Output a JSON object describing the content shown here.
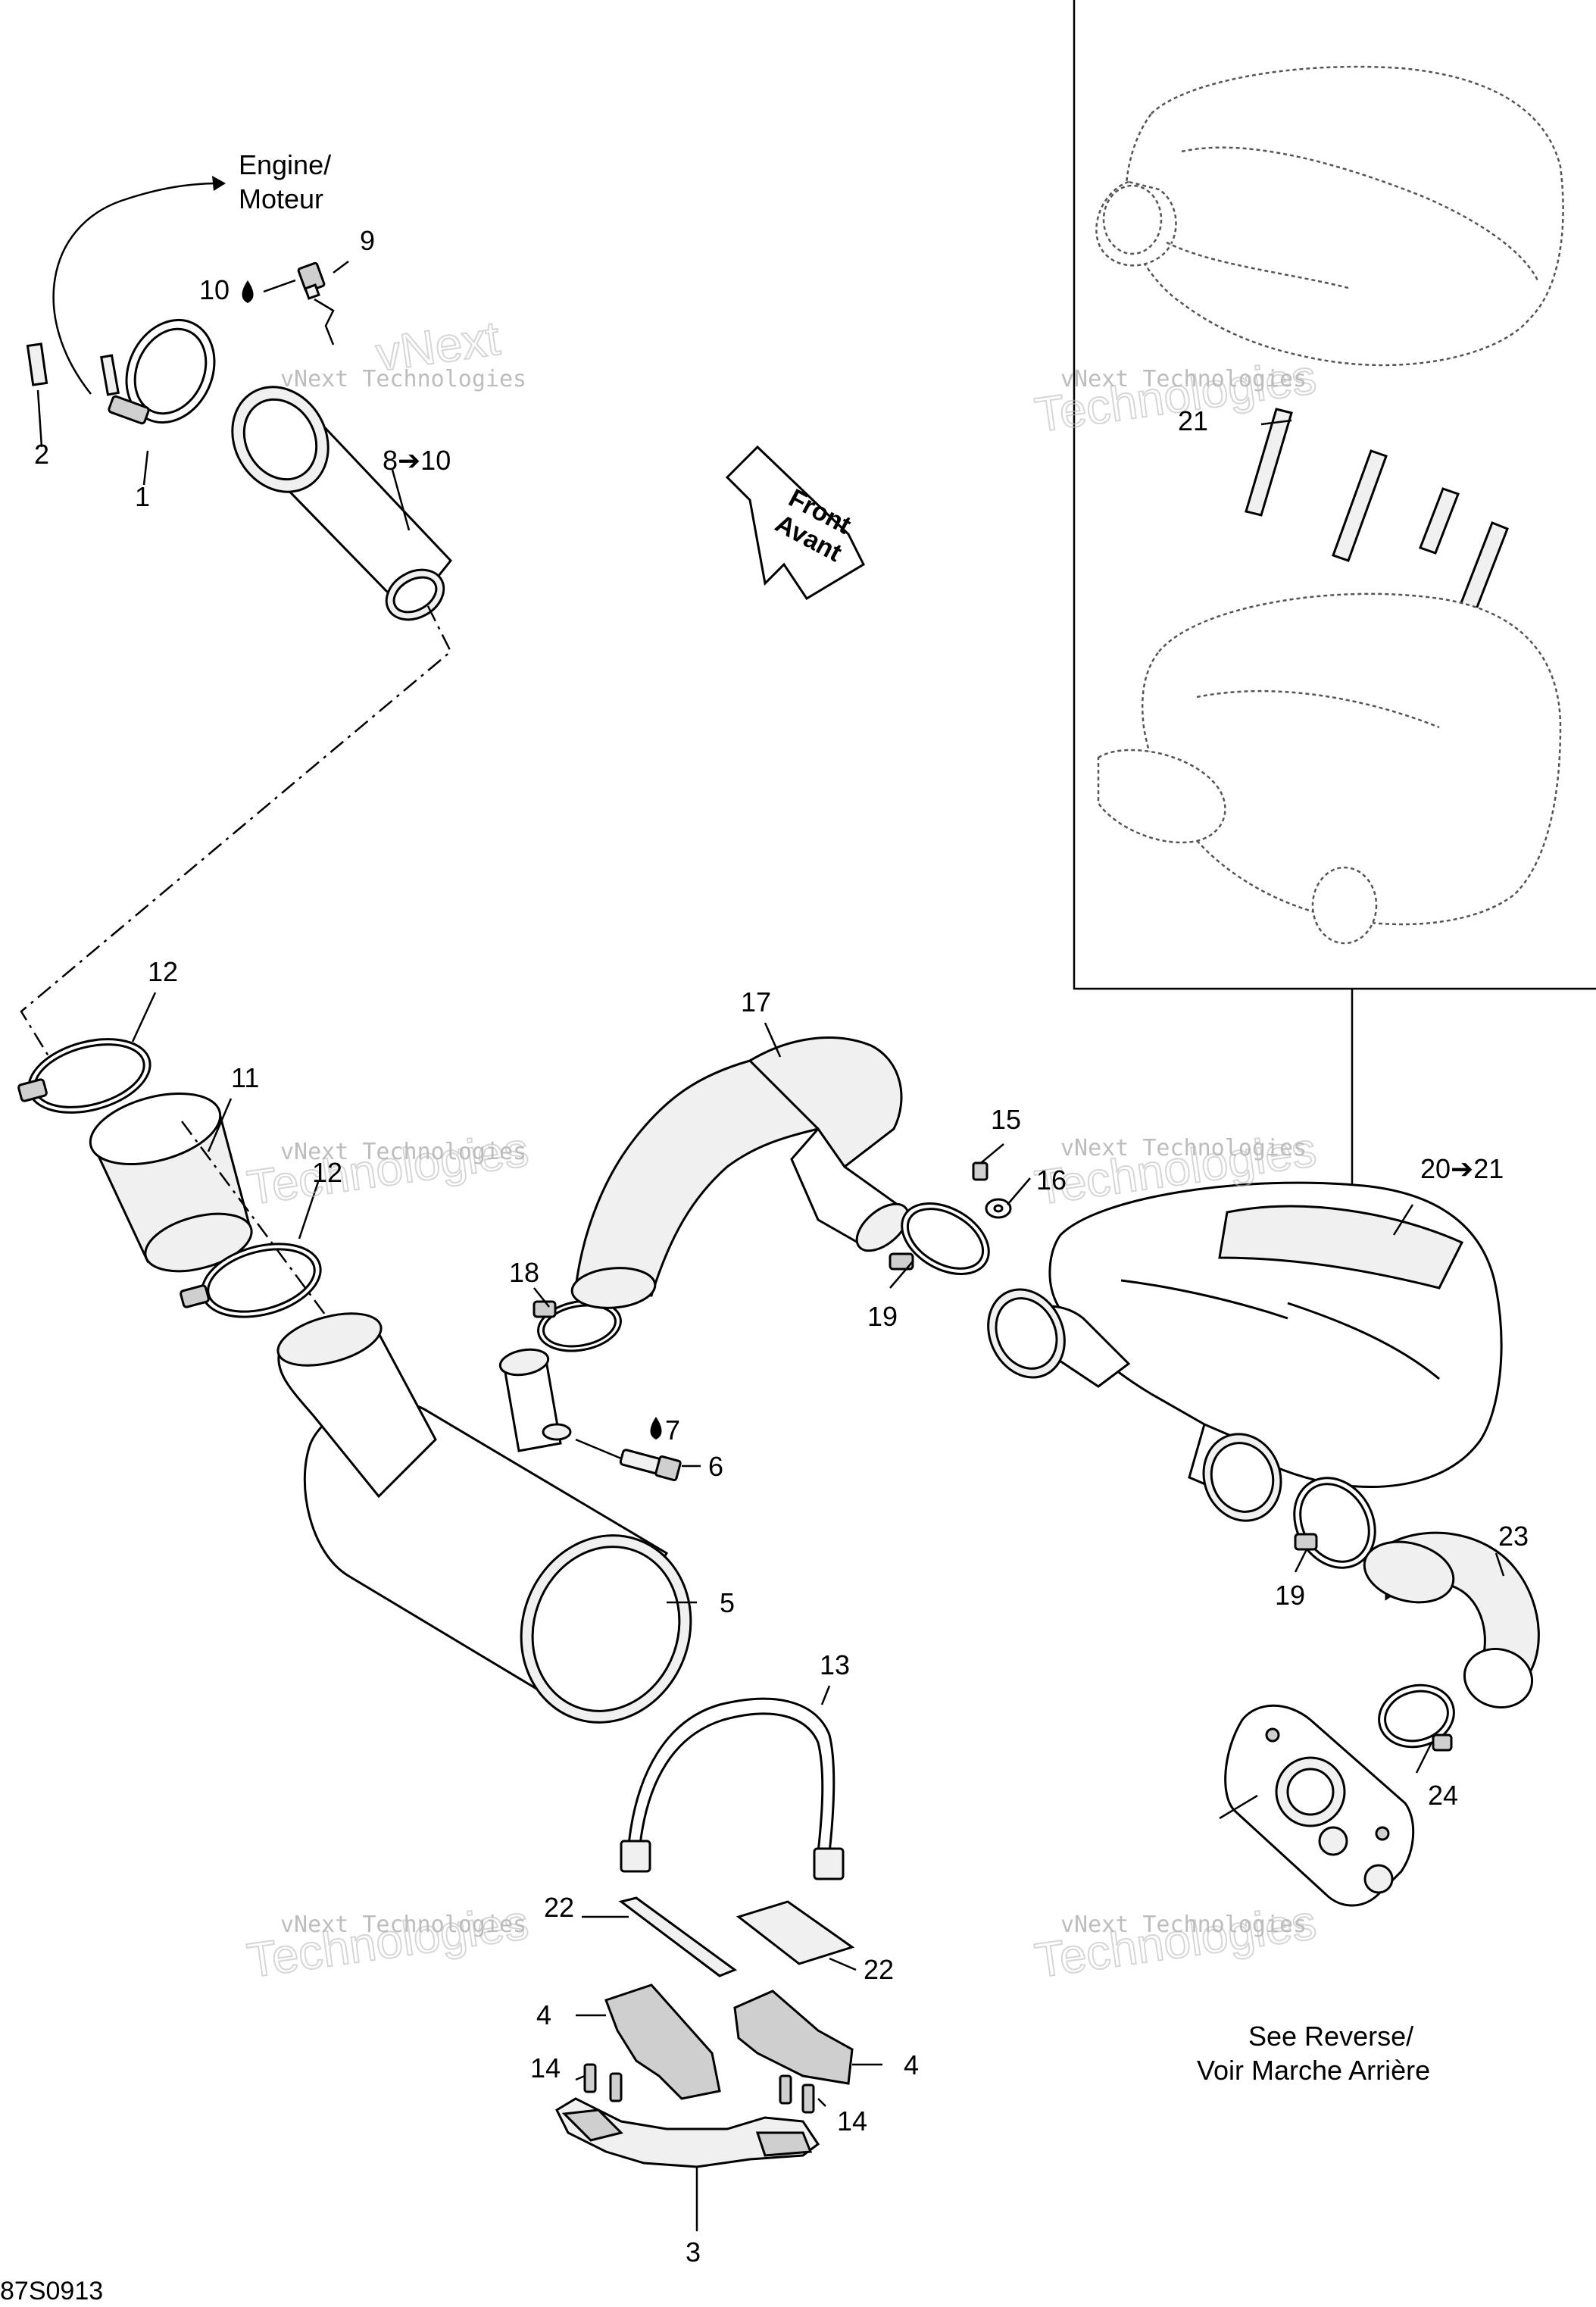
{
  "labels": {
    "engine": [
      "Engine/",
      "Moteur"
    ],
    "front": [
      "Front",
      "Avant"
    ],
    "see_reverse": [
      "See Reverse/",
      "Voir Marche Arrière"
    ],
    "figure_code": "87S0913"
  },
  "watermark": {
    "line1": "vNext Technologies",
    "line2": "Technologies",
    "line3": "vNext"
  },
  "callouts": {
    "c1": "1",
    "c2": "2",
    "c3": "3",
    "c4a": "4",
    "c4b": "4",
    "c5": "5",
    "c6": "6",
    "c7": "7",
    "c8": "8➔10",
    "c9": "9",
    "c10": "10",
    "c11": "11",
    "c12a": "12",
    "c12b": "12",
    "c13": "13",
    "c14a": "14",
    "c14b": "14",
    "c15": "15",
    "c16": "16",
    "c17": "17",
    "c18": "18",
    "c19a": "19",
    "c19b": "19",
    "c20": "20➔21",
    "c21": "21",
    "c22a": "22",
    "c22b": "22",
    "c23": "23",
    "c24": "24"
  }
}
